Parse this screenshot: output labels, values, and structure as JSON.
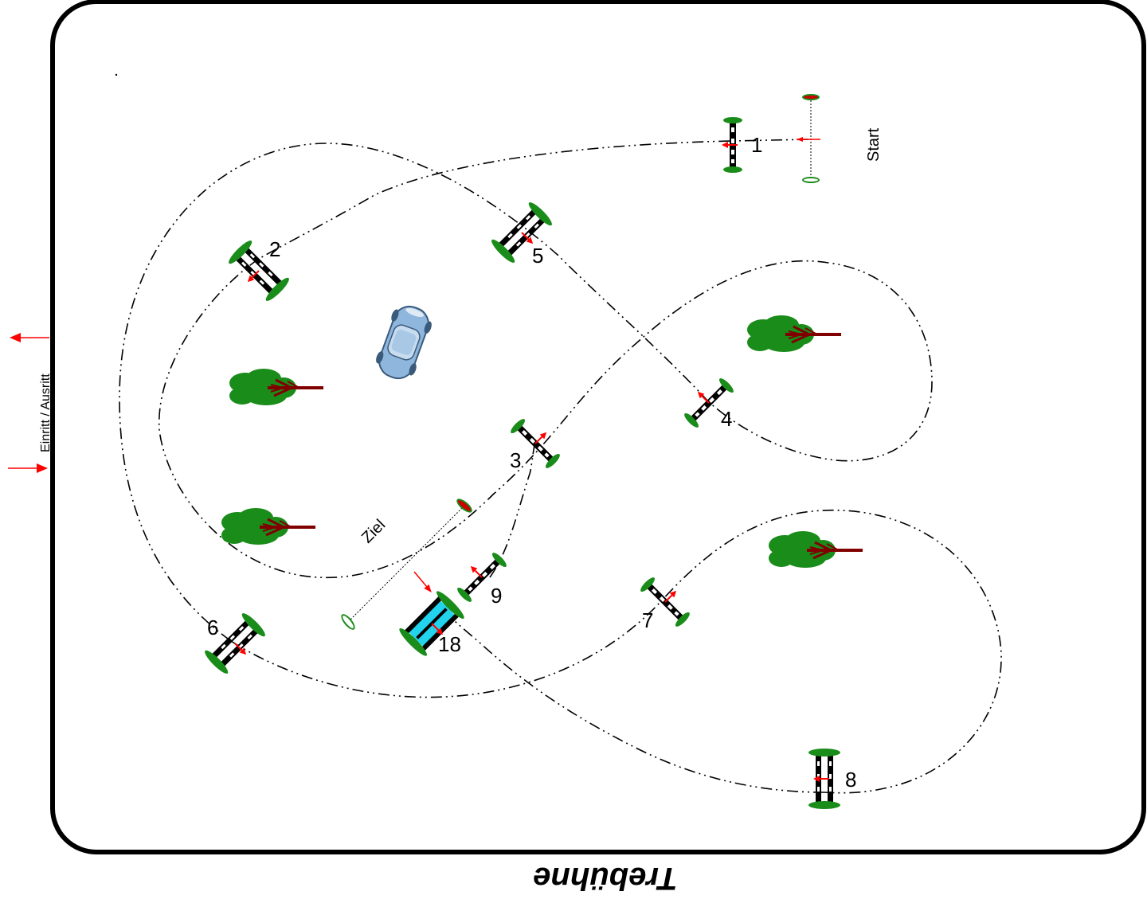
{
  "arena": {
    "stand_label": "Trebühne",
    "entrance_label": "Einritt / Ausritt"
  },
  "start": {
    "label": "Start"
  },
  "finish": {
    "label": "Ziel"
  },
  "obstacles": [
    {
      "number": "1"
    },
    {
      "number": "2"
    },
    {
      "number": "3"
    },
    {
      "number": "4"
    },
    {
      "number": "5"
    },
    {
      "number": "6"
    },
    {
      "number": "7"
    },
    {
      "number": "8"
    },
    {
      "number": "9"
    },
    {
      "number": "18"
    }
  ],
  "icons": [
    "tree-icon",
    "car-icon",
    "flag-icon",
    "arrow-icon"
  ],
  "colors": {
    "pole": "#000000",
    "flag": "#ff0000",
    "shrub": "#1a8c1a",
    "trunk": "#800000",
    "water": "#22d3ee",
    "frame": "#000000"
  }
}
